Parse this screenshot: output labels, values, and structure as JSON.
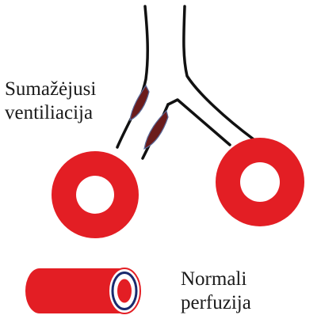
{
  "labels": {
    "ventilation": [
      "Sumažėjusi",
      "ventiliacija"
    ],
    "perfusion": [
      "Normali",
      "perfuzija"
    ]
  },
  "colors": {
    "vessel_red": "#e31e24",
    "mucus_plug": "#6b1c1c",
    "outline": "#111111",
    "lumen_white": "#ffffff",
    "lumen_inner": "#e31e24"
  }
}
